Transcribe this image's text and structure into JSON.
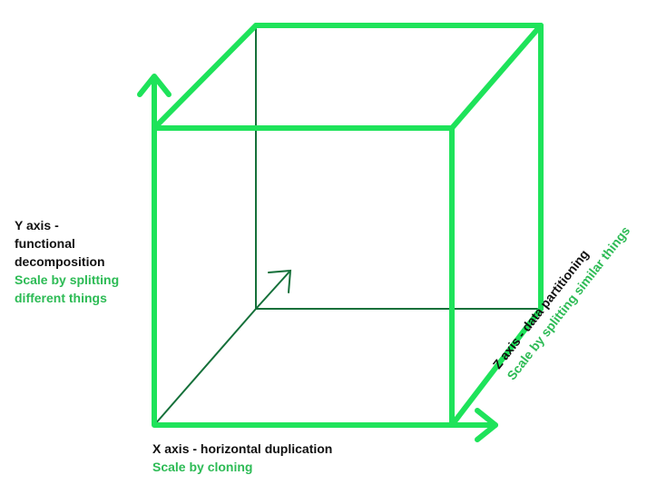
{
  "colors": {
    "bright_green": "#1ee35a",
    "dark_green": "#15703a",
    "label_green": "#2dbb55",
    "label_black": "#111111"
  },
  "y_axis": {
    "line1": "Y axis -",
    "line2": "functional",
    "line3": "decomposition",
    "line4": "Scale by splitting",
    "line5": "different things"
  },
  "x_axis": {
    "title": "X axis - horizontal duplication",
    "subtitle": "Scale by cloning"
  },
  "z_axis": {
    "title": "Z axis - data partitioning",
    "subtitle": "Scale by splitting similar things"
  }
}
